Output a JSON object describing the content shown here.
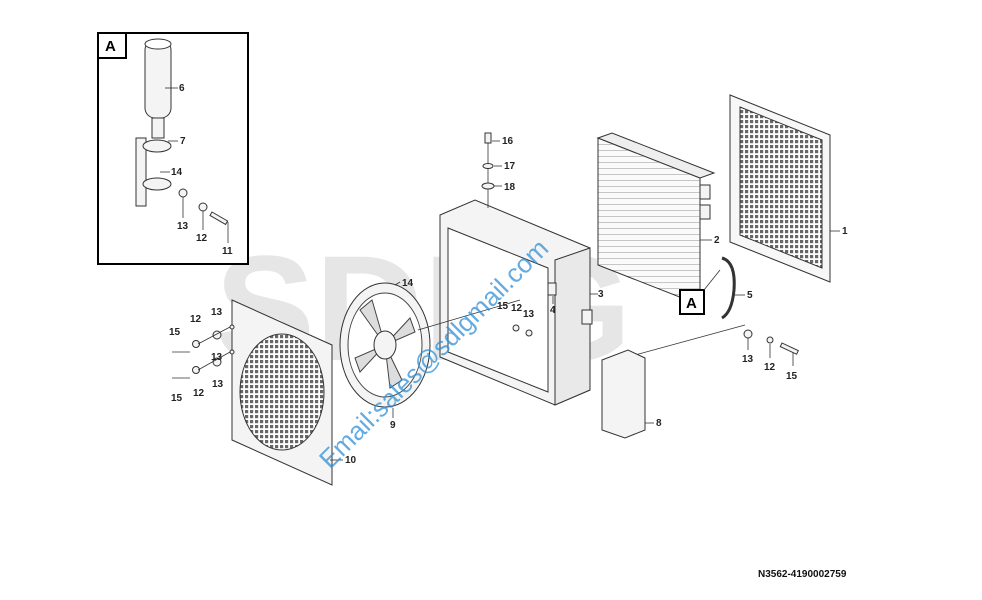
{
  "background_watermark": "SDLG",
  "email_watermark": "Email:sales@sdlgmail.com",
  "document_id": "N3562-4190002759",
  "detail_box": {
    "label": "A"
  },
  "callout_A": "A",
  "labels": {
    "p1": "1",
    "p2": "2",
    "p3": "3",
    "p4": "4",
    "p5": "5",
    "p6": "6",
    "p7": "7",
    "p8": "8",
    "p9": "9",
    "p10": "10",
    "p11": "11",
    "p12a": "12",
    "p12b": "12",
    "p12c": "12",
    "p12d": "12",
    "p12e": "12",
    "p13a": "13",
    "p13b": "13",
    "p13c": "13",
    "p13d": "13",
    "p13e": "13",
    "p14a": "14",
    "p14b": "14",
    "p15a": "15",
    "p15b": "15",
    "p15c": "15",
    "p15d": "15",
    "p16": "16",
    "p17": "17",
    "p18": "18"
  },
  "colors": {
    "watermark_blue": "#2f8fd6",
    "line": "#333333"
  }
}
